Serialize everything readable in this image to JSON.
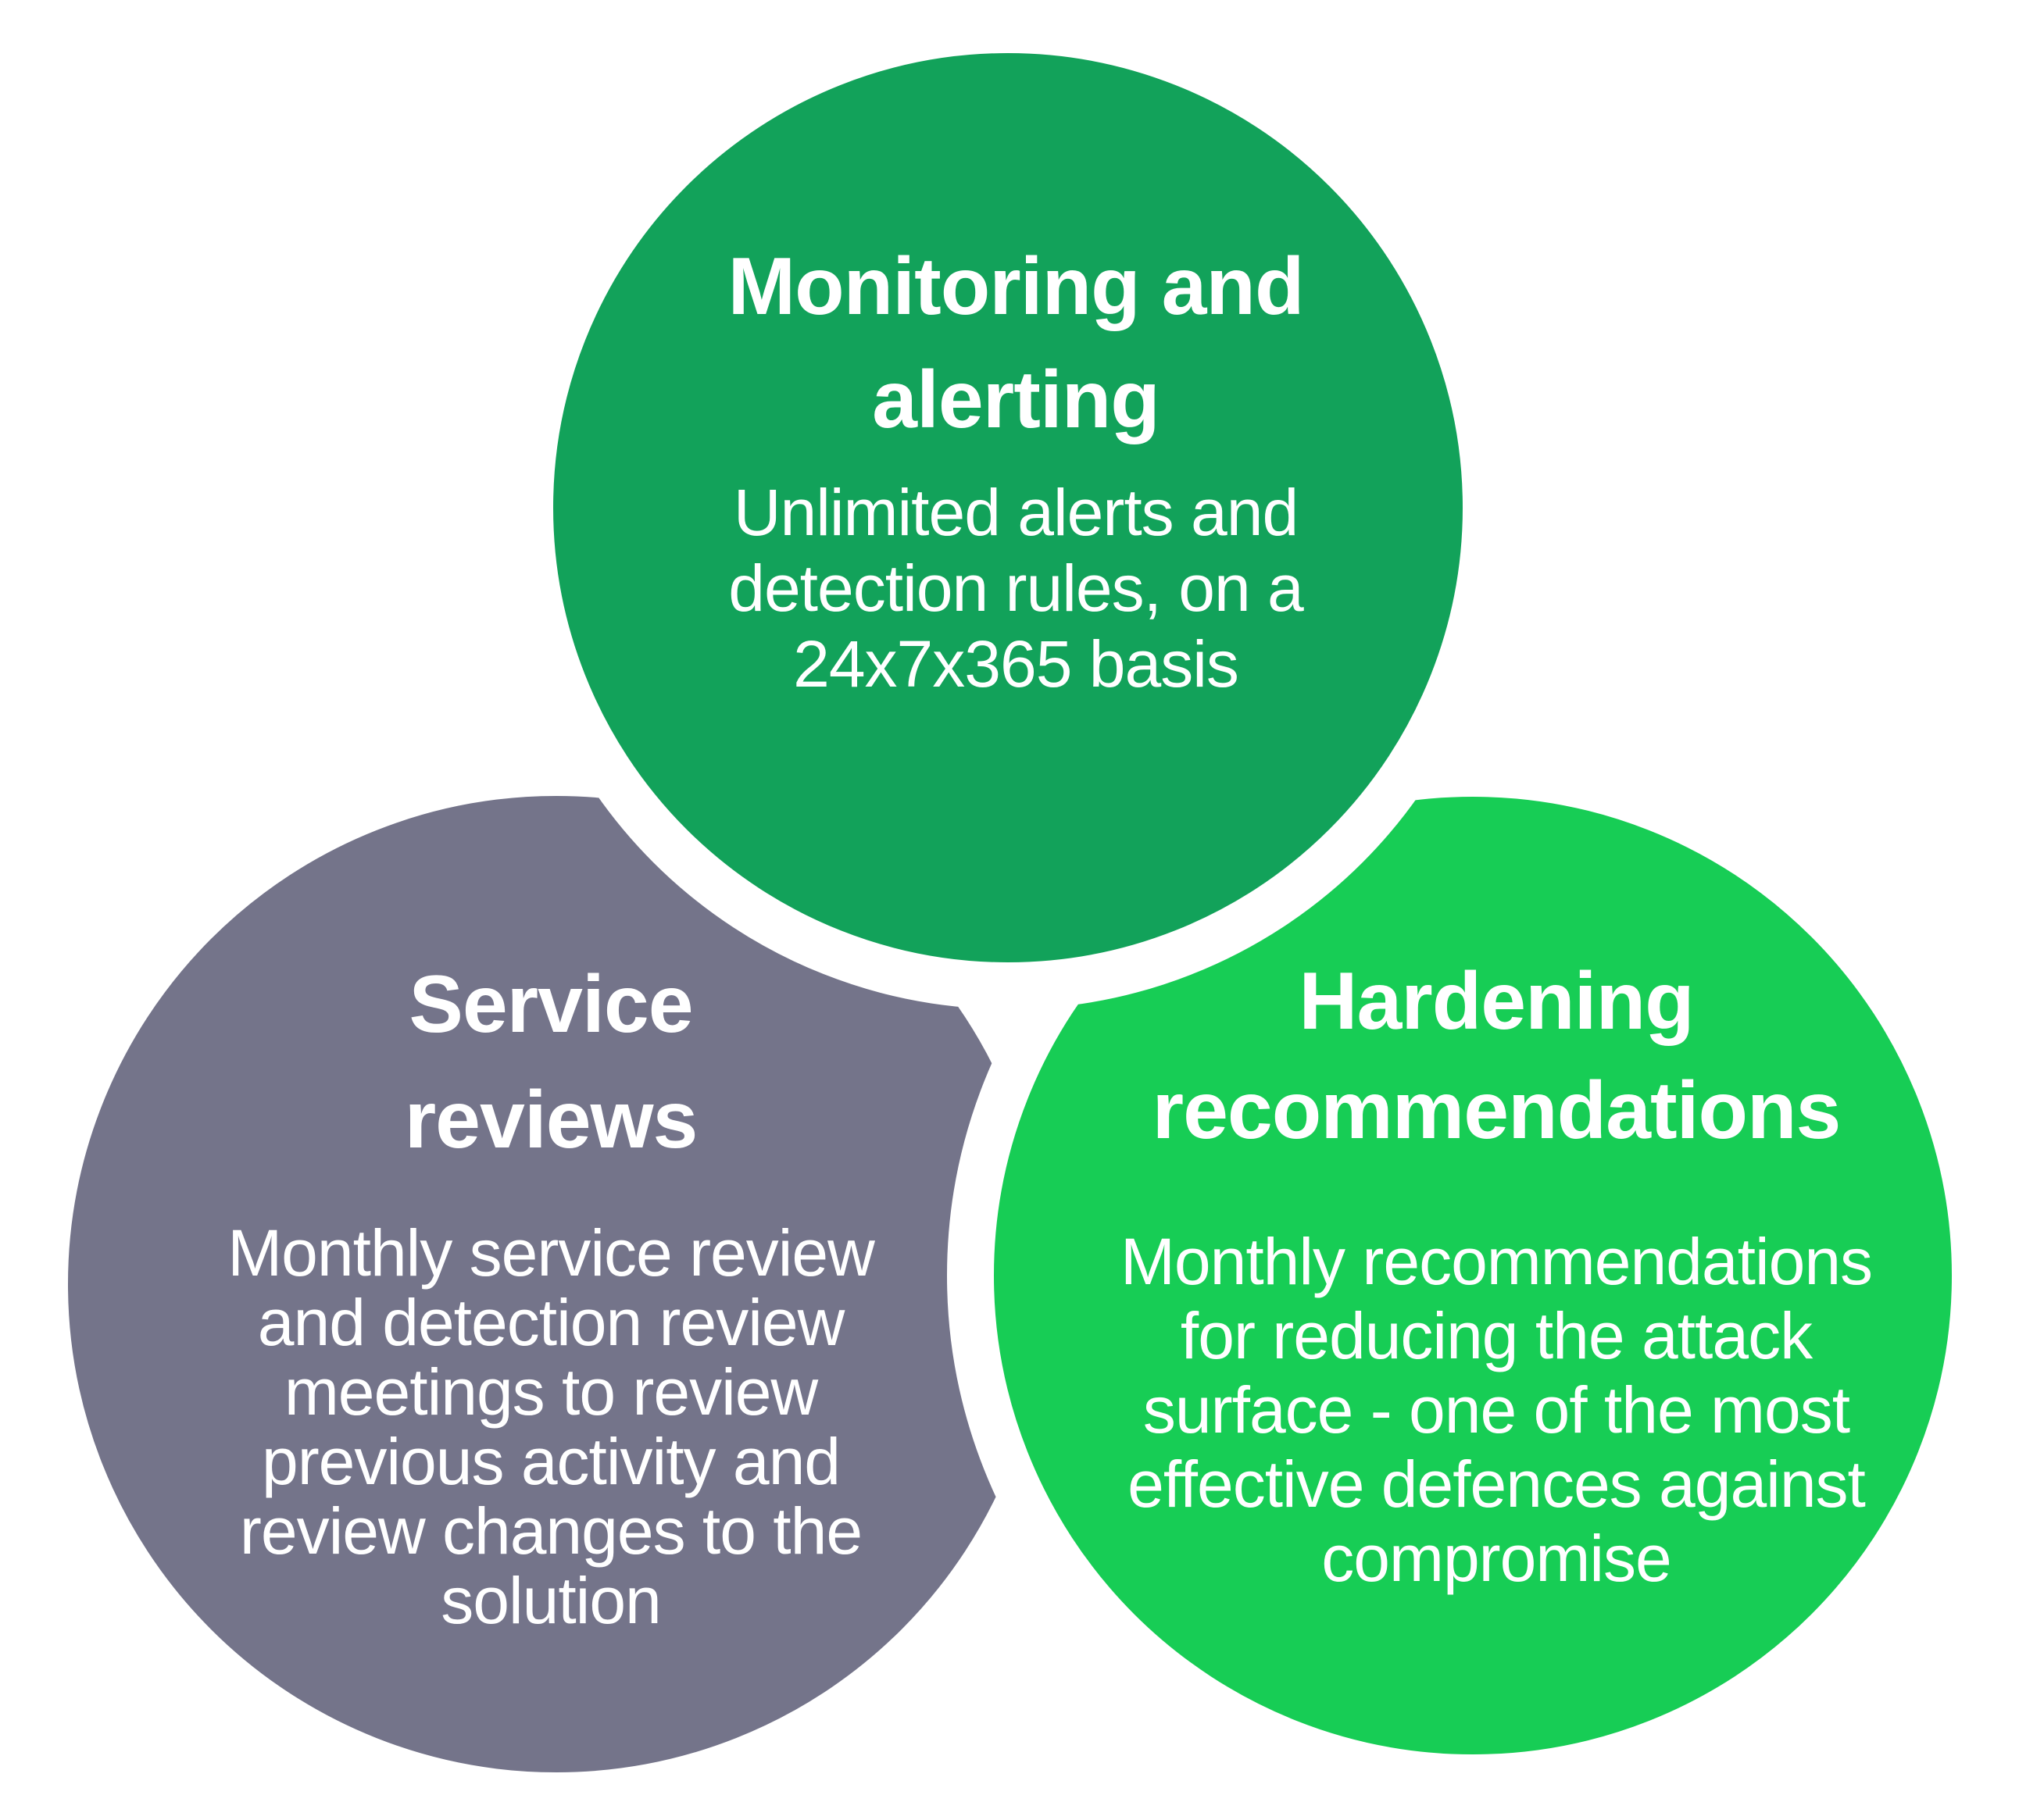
{
  "diagram": {
    "background_color": "#FFFFFF",
    "separator_color": "#FFFFFF",
    "text_color": "#FFFFFF",
    "circles": [
      {
        "id": "monitoring-and-alerting",
        "color": "#12A25A",
        "title_lines": [
          "Monitoring and",
          "alerting"
        ],
        "title": "Monitoring and alerting",
        "body_lines": [
          "Unlimited alerts and",
          "detection rules, on a",
          "24x7x365 basis"
        ],
        "body": "Unlimited alerts and detection rules, on a 24x7x365 basis"
      },
      {
        "id": "service-reviews",
        "color": "#74748A",
        "title_lines": [
          "Service",
          "reviews"
        ],
        "title": "Service reviews",
        "body_lines": [
          "Monthly service review",
          "and detection review",
          "meetings to review",
          "previous activity and",
          "review changes to the",
          "solution"
        ],
        "body": "Monthly service review and detection review meetings to review previous activity and review changes to the solution"
      },
      {
        "id": "hardening-recommendations",
        "color": "#17CD55",
        "title_lines": [
          "Hardening",
          "recommendations"
        ],
        "title": "Hardening recommendations",
        "body_lines": [
          "Monthly recommendations",
          "for reducing the attack",
          "surface - one of the most",
          "effective defences against",
          "compromise"
        ],
        "body": "Monthly recommendations for reducing the attack surface - one of the most effective defences against compromise"
      }
    ]
  }
}
